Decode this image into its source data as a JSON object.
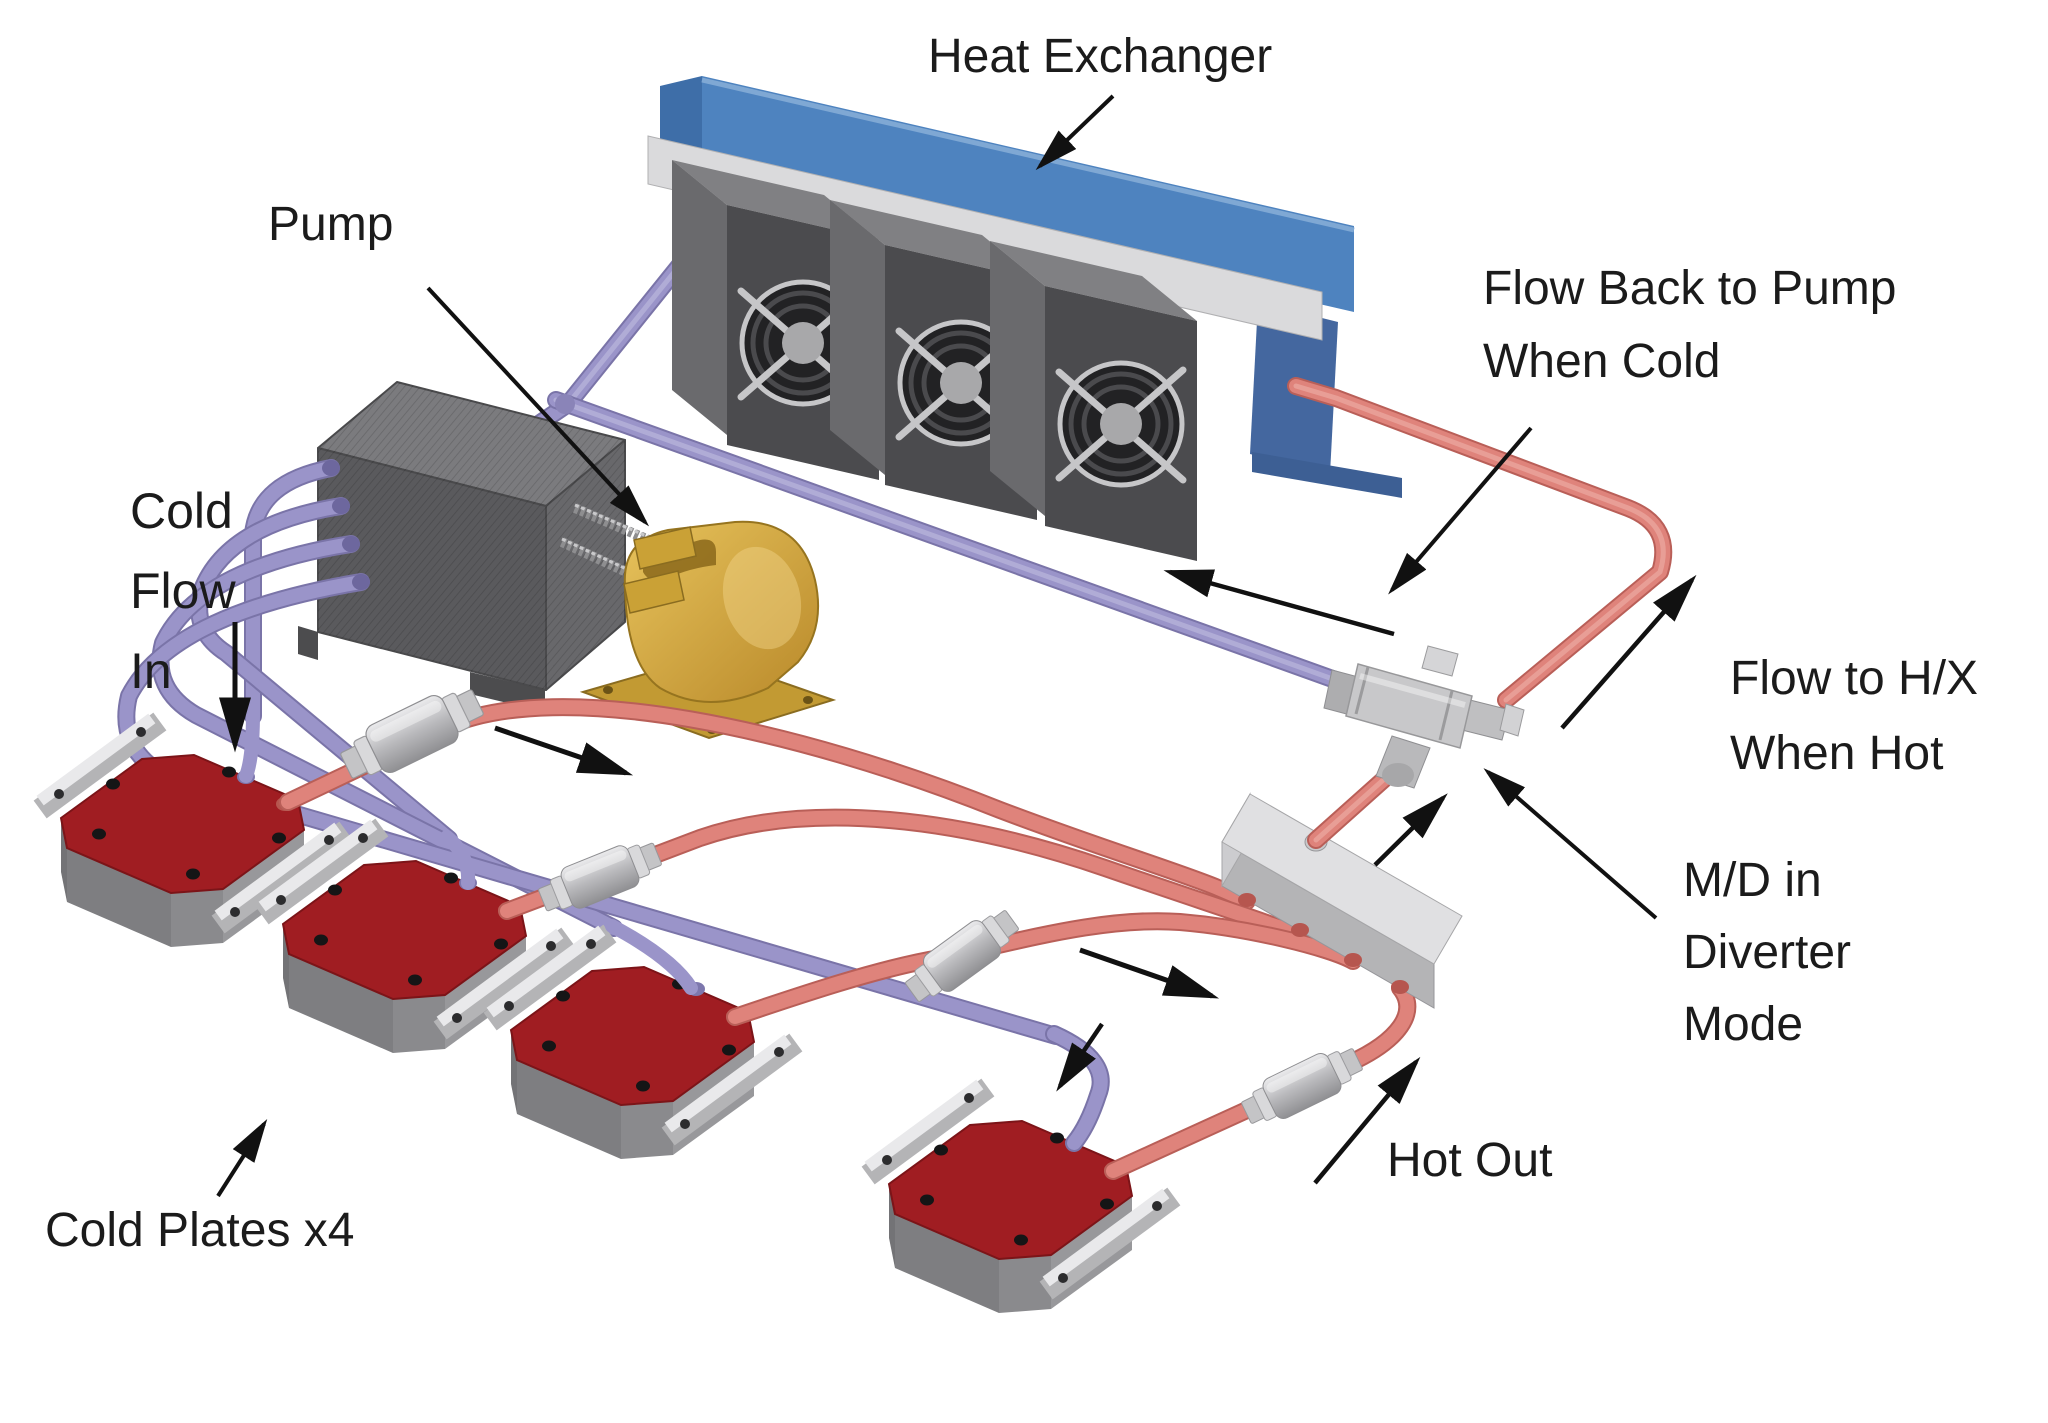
{
  "labels": {
    "heat_exchanger": "Heat Exchanger",
    "pump": "Pump",
    "cold_flow_line1": "Cold",
    "cold_flow_line2": "Flow",
    "cold_flow_line3": "In",
    "flow_back_line1": "Flow Back to Pump",
    "flow_back_line2": "When Cold",
    "flow_to_hx_line1": "Flow to H/X",
    "flow_to_hx_line2": "When Hot",
    "diverter_line1": "M/D in",
    "diverter_line2": "Diverter",
    "diverter_line3": "Mode",
    "hot_out": "Hot Out",
    "cold_plates": "Cold Plates x4"
  },
  "colors": {
    "cold_line": "#9a94c9",
    "hot_line": "#df837b",
    "plate_color": "#a01d22",
    "hx_frame_color": "#4e83bf",
    "pump_color": "#c29a33",
    "metal_color": "#c9c9cb",
    "label_color": "#1b1b1b",
    "background": "#ffffff"
  },
  "components": [
    {
      "name": "heat-exchanger"
    },
    {
      "name": "fan-unit-1"
    },
    {
      "name": "fan-unit-2"
    },
    {
      "name": "fan-unit-3"
    },
    {
      "name": "coolant-reservoir"
    },
    {
      "name": "pump"
    },
    {
      "name": "cold-plate-1"
    },
    {
      "name": "cold-plate-2"
    },
    {
      "name": "cold-plate-3"
    },
    {
      "name": "cold-plate-4"
    },
    {
      "name": "inline-fitting-1"
    },
    {
      "name": "inline-fitting-2"
    },
    {
      "name": "inline-fitting-3"
    },
    {
      "name": "inline-fitting-4"
    },
    {
      "name": "return-manifold"
    },
    {
      "name": "diverter-valve"
    }
  ]
}
